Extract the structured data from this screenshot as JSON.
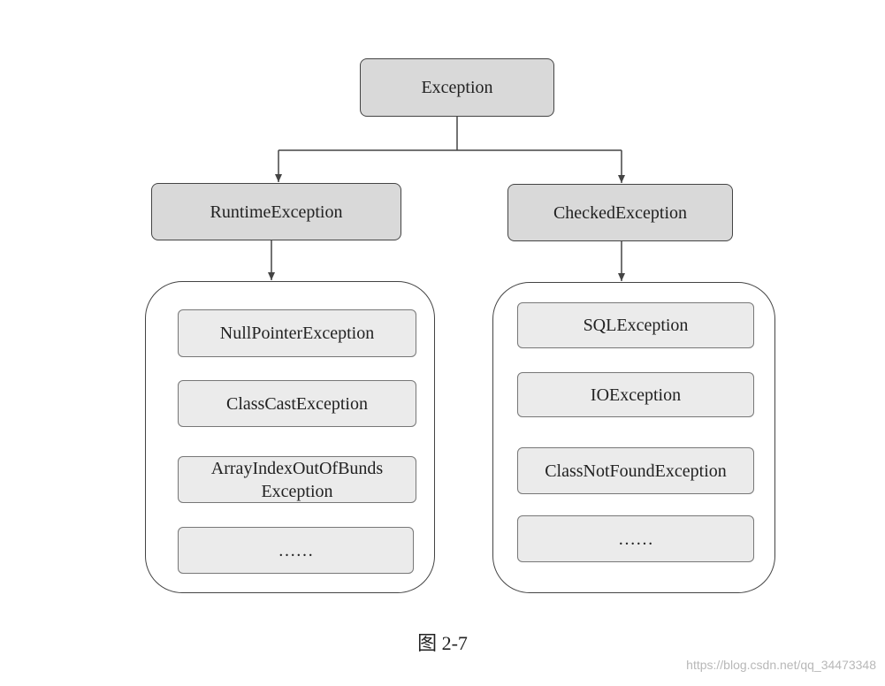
{
  "root": {
    "label": "Exception"
  },
  "left_branch": {
    "label": "RuntimeException",
    "items": [
      {
        "line1": "NullPointerException",
        "line2": ""
      },
      {
        "line1": "ClassCastException",
        "line2": ""
      },
      {
        "line1": "ArrayIndexOutOfBunds",
        "line2": "Exception"
      },
      {
        "line1": "……",
        "line2": ""
      }
    ]
  },
  "right_branch": {
    "label": "CheckedException",
    "items": [
      {
        "line1": "SQLException"
      },
      {
        "line1": "IOException"
      },
      {
        "line1": "ClassNotFoundException"
      },
      {
        "line1": "……"
      }
    ]
  },
  "caption": "图 2-7",
  "watermark": "https://blog.csdn.net/qq_34473348"
}
